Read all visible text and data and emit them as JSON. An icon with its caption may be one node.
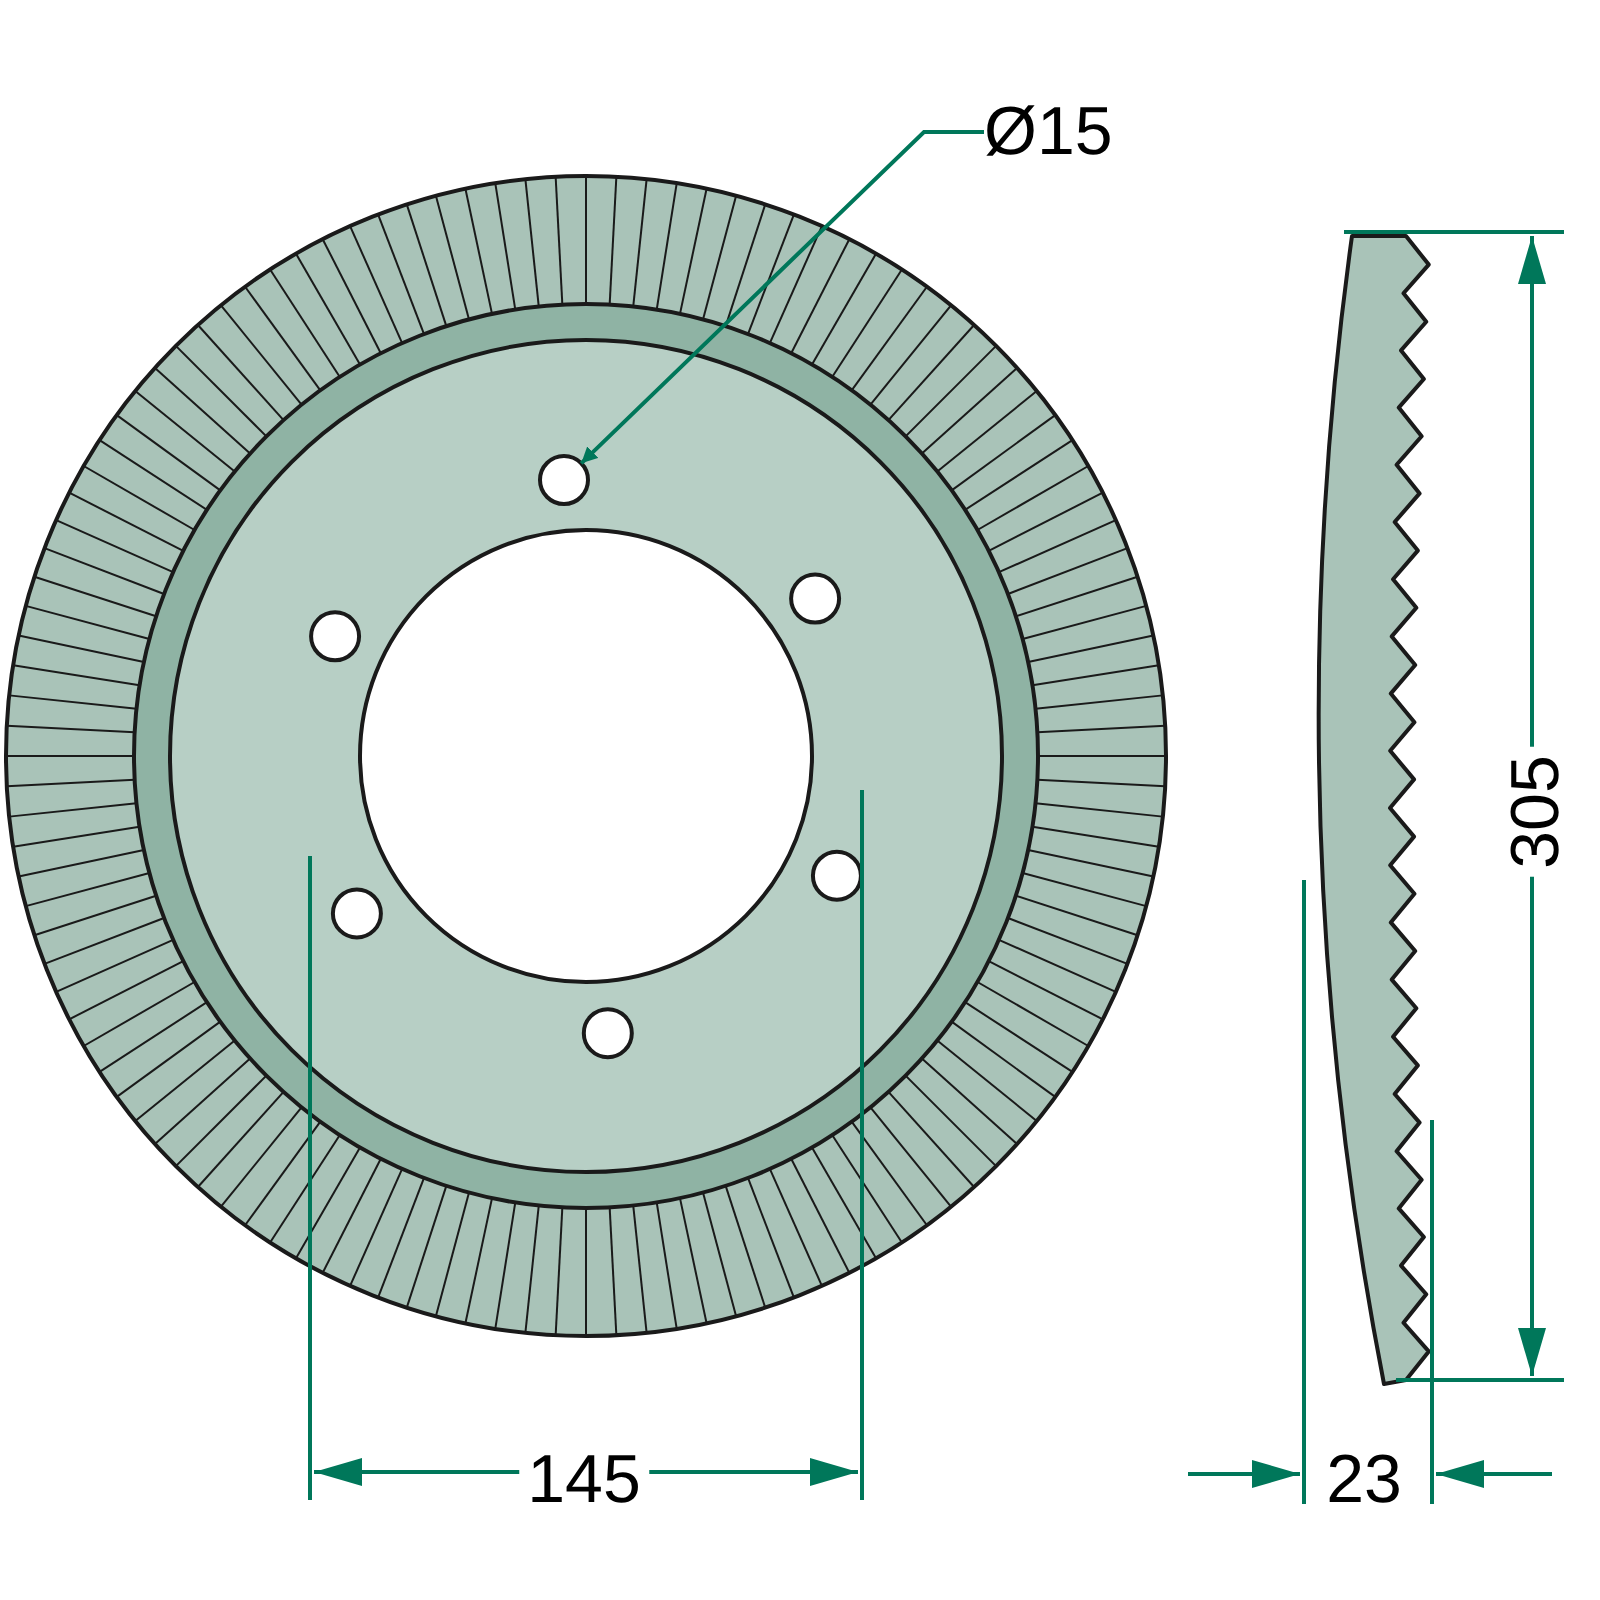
{
  "diagram": {
    "nodes": [
      {
        "text": [
          "Ø15"
        ]
      },
      {
        "text": [],
        "shape": "circle"
      }
    ],
    "edges": [
      {
        "from": 0,
        "to": 1,
        "arrow": "to"
      }
    ],
    "labels": [
      "145",
      "305",
      "23"
    ]
  }
}
